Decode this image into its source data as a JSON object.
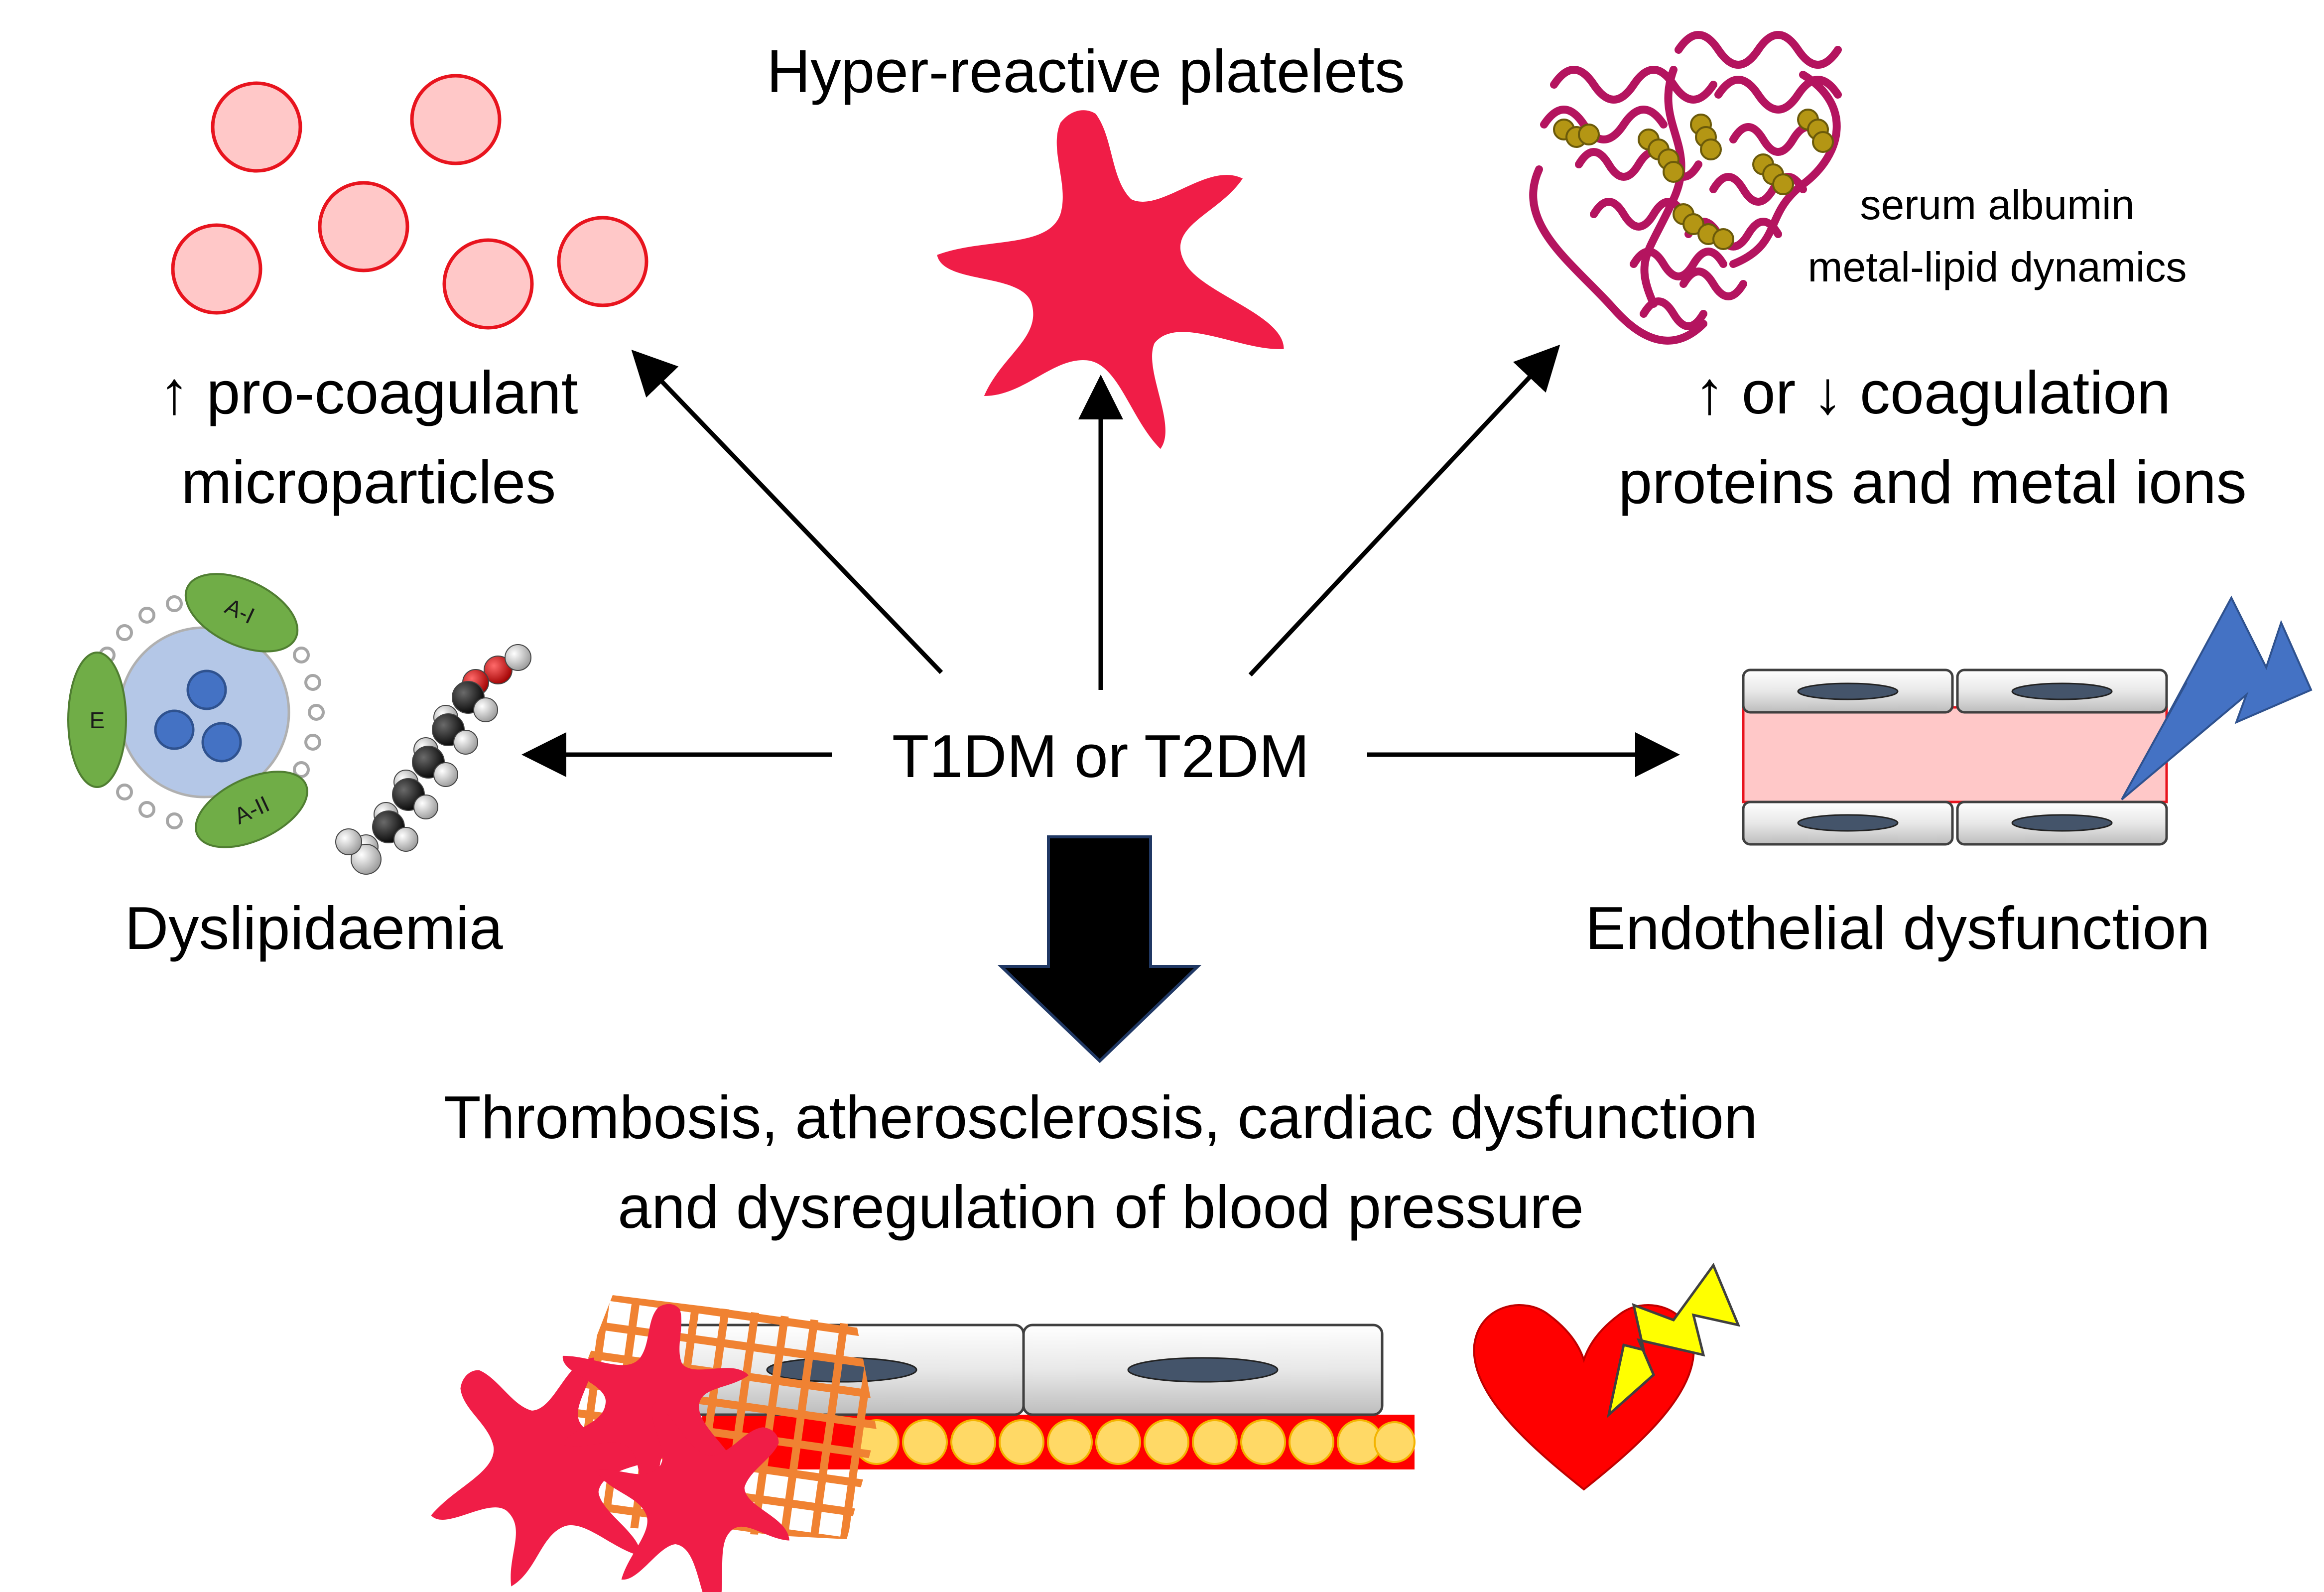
{
  "labels": {
    "top_center": "Hyper-reactive platelets",
    "left_upper_line1": "↑ pro-coagulant",
    "left_upper_line2": "microparticles",
    "right_upper_line1": "↑ or ↓ coagulation",
    "right_upper_line2": "proteins and metal ions",
    "albumin_line1": "serum albumin",
    "albumin_line2": "metal-lipid dynamics",
    "center": "T1DM or T2DM",
    "left_lower": "Dyslipidaemia",
    "right_lower": "Endothelial dysfunction",
    "outcome_line1": "Thrombosis, atherosclerosis, cardiac dysfunction",
    "outcome_line2": "and dysregulation of blood pressure"
  },
  "lipoprotein": {
    "apo_e": "E",
    "apo_a1": "A-I",
    "apo_a2": "A-II"
  },
  "icons": {
    "microparticles": "circles-icon",
    "platelet": "platelet-icon",
    "albumin": "protein-structure-icon",
    "lipoprotein": "lipoprotein-icon",
    "fatty_acid": "fatty-acid-molecule-icon",
    "vessel": "blood-vessel-icon",
    "lightning": "lightning-icon",
    "big_arrow": "down-arrow-icon",
    "thrombus": "thrombus-icon",
    "heart": "heart-icon"
  },
  "colors": {
    "platelet": "#f01d47",
    "microparticle_fill": "#ffc8c8",
    "microparticle_stroke": "#e8141e",
    "protein": "#b4145f",
    "lipid": "#b49614",
    "apoprotein": "#70ad47",
    "core": "#b4c7e7",
    "core_particle": "#4472c4",
    "lumen": "#ffc8c8",
    "lightning_blue": "#4472c4",
    "lightning_yellow": "#ffff00",
    "fibrin": "#f08232",
    "heart": "#ff0000",
    "fat_bead": "#ffd966"
  }
}
